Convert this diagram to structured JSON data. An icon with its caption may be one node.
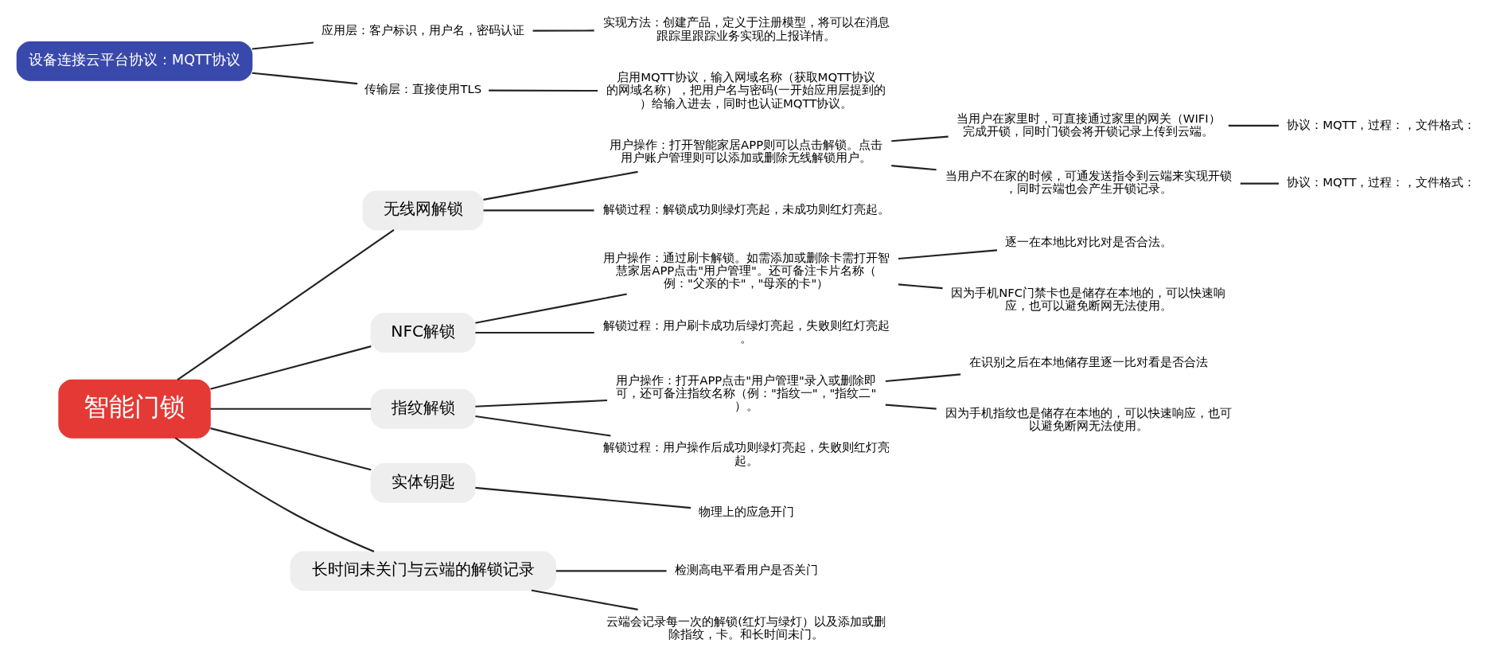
{
  "diagram": {
    "nodes": [
      {
        "text": [
          "智能门锁"
        ]
      },
      {
        "text": [
          "无线网解锁"
        ]
      },
      {
        "text": [
          "用户操作：打开智能家居APP则可以点击解锁。点击用户账户管理则可以添加或删除无线解锁用户。"
        ]
      },
      {
        "text": [
          "当用户在家里时，可直接通过家里的网关（WIFI）完成开锁，同时门锁会将开锁记录上传到云端。"
        ]
      },
      {
        "text": [
          "协议：MQTT，过程：，文件格式："
        ]
      },
      {
        "text": [
          "当用户不在家的时候，可通发送指令到云端来实现开锁，同时云端也会产生开锁记录。"
        ]
      },
      {
        "text": [
          "协议：MQTT，过程：，文件格式："
        ]
      },
      {
        "text": [
          "解锁过程：解锁成功则绿灯亮起，未成功则红灯亮起。"
        ]
      },
      {
        "text": [
          "NFC解锁"
        ]
      },
      {
        "text": [
          "用户操作：通过刷卡解锁。如需添加或删除卡需打开智慧家居APP点击\"用户管理\"。还可备注卡片名称（例：\"父亲的卡\"，\"母亲的卡\"）"
        ]
      },
      {
        "text": [
          "逐一在本地比对比对是否合法。"
        ]
      },
      {
        "text": [
          "因为手机NFC门禁卡也是储存在本地的，可以快速响应，也可以避免断网无法使用。"
        ]
      },
      {
        "text": [
          "解锁过程：用户刷卡成功后绿灯亮起，失败则红灯亮起。"
        ]
      },
      {
        "text": [
          "指纹解锁"
        ]
      },
      {
        "text": [
          "用户操作：打开APP点击\"用户管理\"录入或删除即可，还可备注指纹名称（例：\"指纹一\"，\"指纹二\"）。"
        ]
      },
      {
        "text": [
          "在识别之后在本地储存里逐一比对看是否合法"
        ]
      },
      {
        "text": [
          "因为手机指纹也是储存在本地的，可以快速响应，也可以避免断网无法使用。"
        ]
      },
      {
        "text": [
          "解锁过程：用户操作后成功则绿灯亮起，失败则红灯亮起。"
        ]
      },
      {
        "text": [
          "实体钥匙"
        ]
      },
      {
        "text": [
          "物理上的应急开门"
        ]
      },
      {
        "text": [
          "长时间未关门与云端的解锁记录"
        ]
      },
      {
        "text": [
          "检测高电平看用户是否关门"
        ]
      },
      {
        "text": [
          "云端会记录每一次的解锁(红灯与绿灯）以及添加或删除指纹，卡。和长时间未门。"
        ]
      },
      {
        "text": [
          "设备连接云平台协议：MQTT协议"
        ]
      },
      {
        "text": [
          "应用层：客户标识，用户名，密码认证"
        ]
      },
      {
        "text": [
          "实现方法：创建产品，定义于注册模型，将可以在消息跟踪里跟踪业务实现的上报详情。"
        ]
      },
      {
        "text": [
          "传输层：直接使用TLS"
        ]
      },
      {
        "text": [
          "启用MQTT协议，输入网域名称（获取MQTT协议的网域名称），把用户名与密码(一开始应用层提到的）给输入进去，同时也认证MQTT协议。"
        ]
      }
    ],
    "edges": [
      {
        "from": 0,
        "to": 1,
        "arrow": "none"
      },
      {
        "from": 1,
        "to": 2,
        "arrow": "none"
      },
      {
        "from": 2,
        "to": 3,
        "arrow": "none"
      },
      {
        "from": 3,
        "to": 4,
        "arrow": "none"
      },
      {
        "from": 2,
        "to": 5,
        "arrow": "none"
      },
      {
        "from": 5,
        "to": 6,
        "arrow": "none"
      },
      {
        "from": 1,
        "to": 7,
        "arrow": "none"
      },
      {
        "from": 0,
        "to": 8,
        "arrow": "none"
      },
      {
        "from": 8,
        "to": 9,
        "arrow": "none"
      },
      {
        "from": 9,
        "to": 10,
        "arrow": "none"
      },
      {
        "from": 9,
        "to": 11,
        "arrow": "none"
      },
      {
        "from": 8,
        "to": 12,
        "arrow": "none"
      },
      {
        "from": 0,
        "to": 13,
        "arrow": "none"
      },
      {
        "from": 13,
        "to": 14,
        "arrow": "none"
      },
      {
        "from": 14,
        "to": 15,
        "arrow": "none"
      },
      {
        "from": 14,
        "to": 16,
        "arrow": "none"
      },
      {
        "from": 13,
        "to": 17,
        "arrow": "none"
      },
      {
        "from": 0,
        "to": 18,
        "arrow": "none"
      },
      {
        "from": 18,
        "to": 19,
        "arrow": "none"
      },
      {
        "from": 0,
        "to": 20,
        "arrow": "none"
      },
      {
        "from": 20,
        "to": 21,
        "arrow": "none"
      },
      {
        "from": 20,
        "to": 22,
        "arrow": "none"
      },
      {
        "from": 23,
        "to": 24,
        "arrow": "none"
      },
      {
        "from": 24,
        "to": 25,
        "arrow": "none"
      },
      {
        "from": 23,
        "to": 26,
        "arrow": "none"
      },
      {
        "from": 26,
        "to": 27,
        "arrow": "none"
      }
    ]
  }
}
